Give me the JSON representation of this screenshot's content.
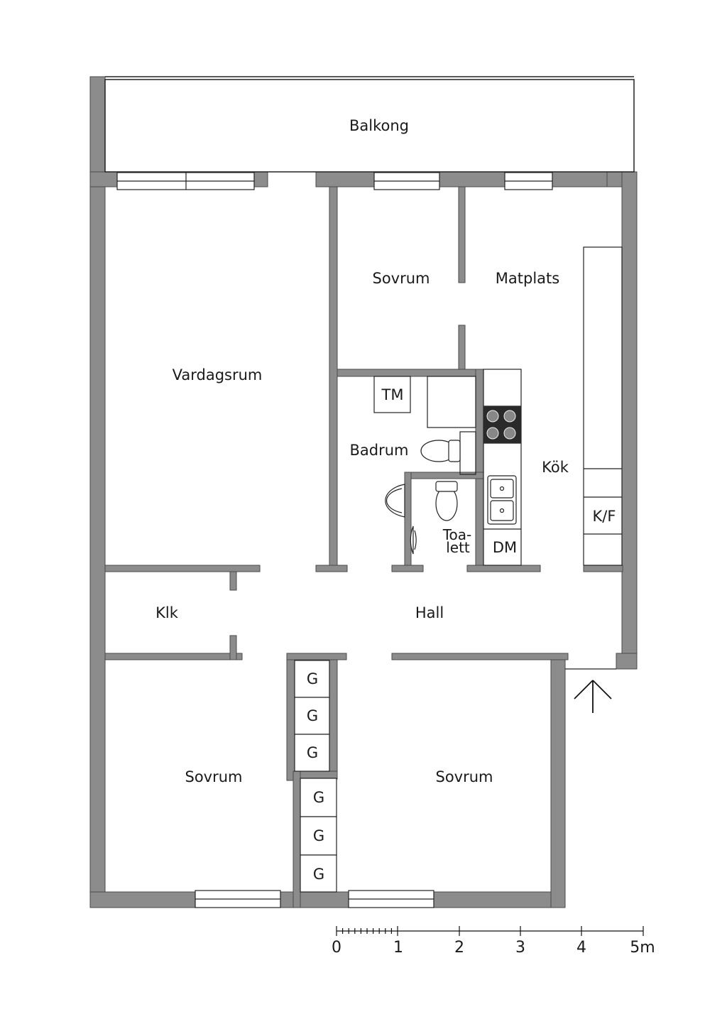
{
  "rooms": {
    "balkong": "Balkong",
    "sovrum_top": "Sovrum",
    "matplats": "Matplats",
    "vardagsrum": "Vardagsrum",
    "badrum": "Badrum",
    "kok": "Kök",
    "toalett_1": "Toa-",
    "toalett_2": "lett",
    "klk": "Klk",
    "hall": "Hall",
    "sovrum_left": "Sovrum",
    "sovrum_right": "Sovrum"
  },
  "fixtures": {
    "tm": "TM",
    "dm": "DM",
    "kf": "K/F",
    "g": [
      "G",
      "G",
      "G",
      "G",
      "G",
      "G"
    ]
  },
  "scale": {
    "labels": [
      "0",
      "1",
      "2",
      "3",
      "4",
      "5m"
    ]
  },
  "colors": {
    "wall": "#8c8c8c",
    "outline": "#222222",
    "burner": "#2a2a2a"
  }
}
